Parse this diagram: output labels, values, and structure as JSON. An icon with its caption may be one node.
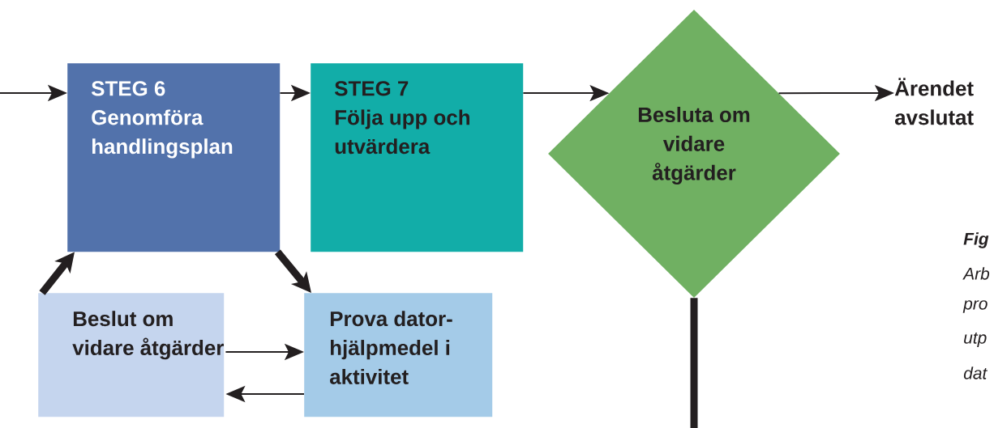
{
  "diagram": {
    "nodes": [
      {
        "text": [
          "STEG 6",
          "Genomföra handlingsplan"
        ]
      },
      {
        "text": [
          "STEG 7",
          "Följa upp och utvärdera"
        ]
      },
      {
        "text": [
          "Besluta om vidare åtgärder"
        ]
      },
      {
        "text": [
          "Ärendet avslutat"
        ]
      },
      {
        "text": [
          "Beslut om vidare åtgärder"
        ]
      },
      {
        "text": [
          "Prova dator-hjälpmedel i aktivitet"
        ]
      }
    ],
    "edges": [
      {
        "from": null,
        "to": 0,
        "arrow": "to"
      },
      {
        "from": 0,
        "to": 1,
        "arrow": "to"
      },
      {
        "from": 1,
        "to": 2,
        "arrow": "to"
      },
      {
        "from": 2,
        "to": 3,
        "arrow": "to"
      },
      {
        "from": 4,
        "to": 0,
        "arrow": "to",
        "style": "thick"
      },
      {
        "from": 0,
        "to": 5,
        "arrow": "to",
        "style": "thick"
      },
      {
        "from": 4,
        "to": 5,
        "arrow": "to"
      },
      {
        "from": 5,
        "to": 4,
        "arrow": "to"
      },
      {
        "from": 2,
        "to": null,
        "arrow": "none",
        "style": "thick"
      }
    ],
    "labels": [
      "Fig",
      "Arb",
      "pro",
      "utp",
      "dat"
    ]
  }
}
